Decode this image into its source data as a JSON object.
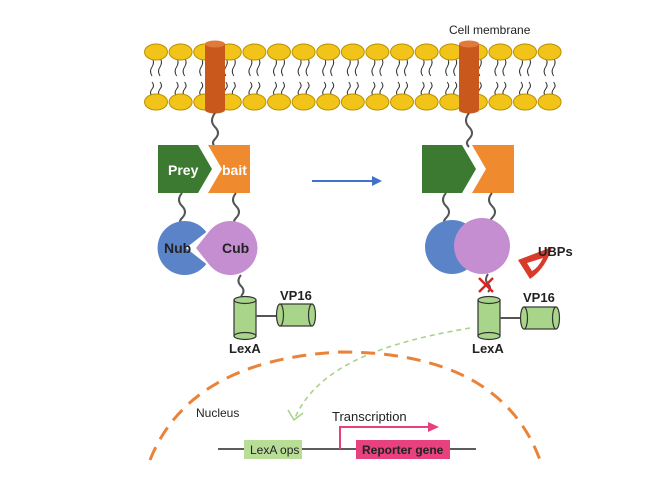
{
  "labels": {
    "cell_membrane": "Cell membrane",
    "prey": "Prey",
    "bait": "bait",
    "nub": "Nub",
    "cub": "Cub",
    "vp16_left": "VP16",
    "lexa_left": "LexA",
    "ubps": "UBPs",
    "vp16_right": "VP16",
    "lexa_right": "LexA",
    "nucleus": "Nucleus",
    "transcription": "Transcription",
    "lexa_ops": "LexA ops",
    "reporter_gene": "Reporter gene"
  },
  "colors": {
    "lipid_head": "#f2c41a",
    "lipid_head_stroke": "#b89000",
    "transmembrane": "#c8581c",
    "prey_green": "#3c7a32",
    "bait_orange": "#f08a2e",
    "nub_blue": "#5b84c8",
    "cub_purple": "#c58ed0",
    "lexa_green": "#a8d58a",
    "ubp_red": "#d93a2a",
    "nucleus_orange": "#e9833a",
    "process_arrow_blue": "#3f72c8",
    "transcription_pink": "#e8407e",
    "reporter_pink": "#e8417f",
    "lexa_ops_green": "#b7dd97",
    "cleavage_mark": "#e02020",
    "dashed_arrow_green": "#a9d38a"
  }
}
